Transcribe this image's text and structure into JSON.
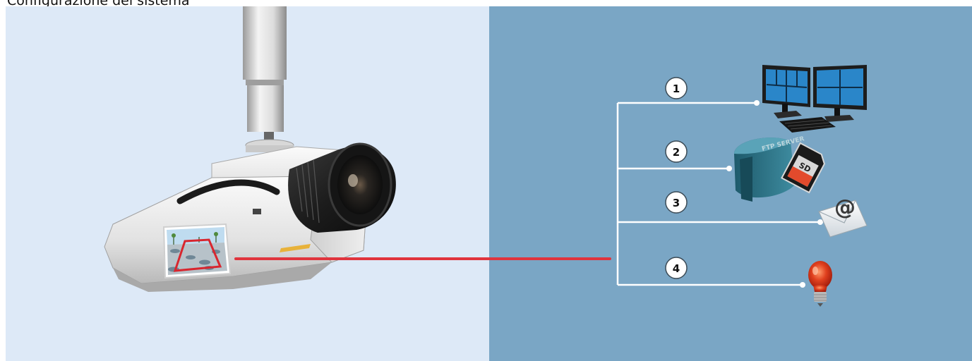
{
  "diagram": {
    "title": "Configurazione del sistema",
    "outputs": [
      {
        "number": "1",
        "icon": "dual-monitor-icon"
      },
      {
        "number": "2",
        "icon": "ftp-server-sd-card-icon",
        "server_label": "FTP SERVER",
        "card_label": "SD"
      },
      {
        "number": "3",
        "icon": "email-envelope-icon",
        "symbol": "@"
      },
      {
        "number": "4",
        "icon": "light-bulb-icon"
      }
    ],
    "colors": {
      "left_panel": "#dde9f7",
      "right_panel": "#7aa6c5",
      "event_line": "#e0343d",
      "connector_lines": "#ffffff"
    }
  }
}
